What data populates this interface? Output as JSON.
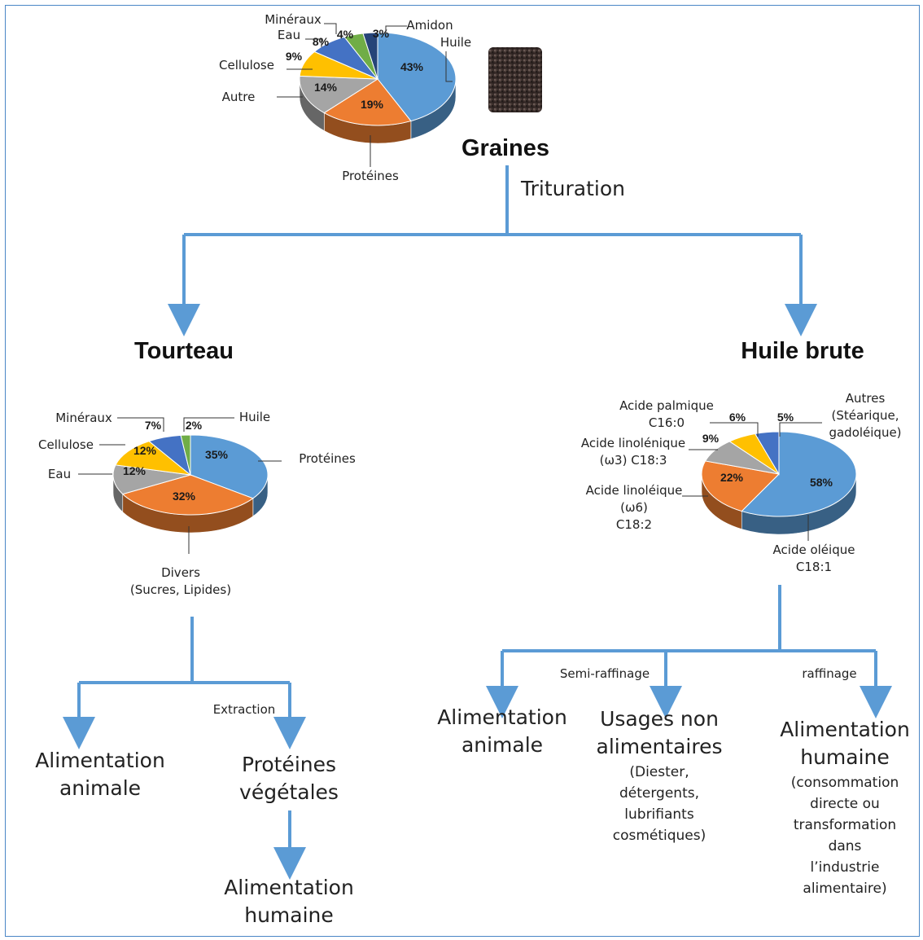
{
  "colors": {
    "blue": "#5b9bd5",
    "orange": "#ed7d31",
    "gray": "#a5a5a5",
    "yellow": "#ffc000",
    "darkblue": "#4472c4",
    "green": "#70ad47",
    "arrow": "#5b9bd5"
  },
  "icons": {
    "seed_image": "seed-pile-image"
  },
  "titles": {
    "graines": "Graines",
    "trituration": "Trituration",
    "tourteau": "Tourteau",
    "huile_brute": "Huile brute"
  },
  "process_labels": {
    "extraction": "Extraction",
    "semi_raffinage": "Semi-raffinage",
    "raffinage": "raffinage"
  },
  "chart_data": [
    {
      "type": "pie",
      "id": "graines",
      "slices": [
        {
          "label": "Huile",
          "value": 43,
          "text": "43%",
          "color": "#5b9bd5"
        },
        {
          "label": "Protéines",
          "value": 19,
          "text": "19%",
          "color": "#ed7d31"
        },
        {
          "label": "Autre",
          "value": 14,
          "text": "14%",
          "color": "#a5a5a5"
        },
        {
          "label": "Cellulose",
          "value": 9,
          "text": "9%",
          "color": "#ffc000"
        },
        {
          "label": "Eau",
          "value": 8,
          "text": "8%",
          "color": "#4472c4"
        },
        {
          "label": "Minéraux",
          "value": 4,
          "text": "4%",
          "color": "#70ad47"
        },
        {
          "label": "Amidon",
          "value": 3,
          "text": "3%",
          "color": "#264478"
        }
      ]
    },
    {
      "type": "pie",
      "id": "tourteau",
      "slices": [
        {
          "label": "Protéines",
          "value": 35,
          "text": "35%",
          "color": "#5b9bd5"
        },
        {
          "label": "Divers",
          "label2": "(Sucres, Lipides)",
          "value": 32,
          "text": "32%",
          "color": "#ed7d31"
        },
        {
          "label": "Eau",
          "value": 12,
          "text": "12%",
          "color": "#a5a5a5"
        },
        {
          "label": "Cellulose",
          "value": 12,
          "text": "12%",
          "color": "#ffc000"
        },
        {
          "label": "Minéraux",
          "value": 7,
          "text": "7%",
          "color": "#4472c4"
        },
        {
          "label": "Huile",
          "value": 2,
          "text": "2%",
          "color": "#70ad47"
        }
      ]
    },
    {
      "type": "pie",
      "id": "huile_brute",
      "slices": [
        {
          "label": "Acide oléique",
          "label2": "C18:1",
          "value": 58,
          "text": "58%",
          "color": "#5b9bd5"
        },
        {
          "label": "Acide linoléique",
          "label2": "(ω6)",
          "label3": "C18:2",
          "value": 22,
          "text": "22%",
          "color": "#ed7d31"
        },
        {
          "label": "Acide linolénique",
          "label2": "(ω3) C18:3",
          "value": 9,
          "text": "9%",
          "color": "#a5a5a5"
        },
        {
          "label": "Acide palmique",
          "label2": "C16:0",
          "value": 6,
          "text": "6%",
          "color": "#ffc000"
        },
        {
          "label": "Autres",
          "label2": "(Stéarique,",
          "label3": "gadoléique)",
          "value": 5,
          "text": "5%",
          "color": "#4472c4"
        }
      ]
    }
  ],
  "outputs": {
    "tourteau_animal": [
      "Alimentation",
      "animale"
    ],
    "proteines": [
      "Protéines",
      "végétales"
    ],
    "tourteau_humaine": [
      "Alimentation",
      "humaine"
    ],
    "huile_animal": [
      "Alimentation",
      "animale"
    ],
    "usages": [
      "Usages non",
      "alimentaires"
    ],
    "usages_detail": [
      "(Diester,",
      "détergents,",
      "lubrifiants",
      "cosmétiques)"
    ],
    "huile_humaine": [
      "Alimentation",
      "humaine"
    ],
    "humaine_detail": [
      "(consommation",
      "directe ou",
      "transformation",
      "dans",
      "l’industrie",
      "alimentaire)"
    ]
  }
}
